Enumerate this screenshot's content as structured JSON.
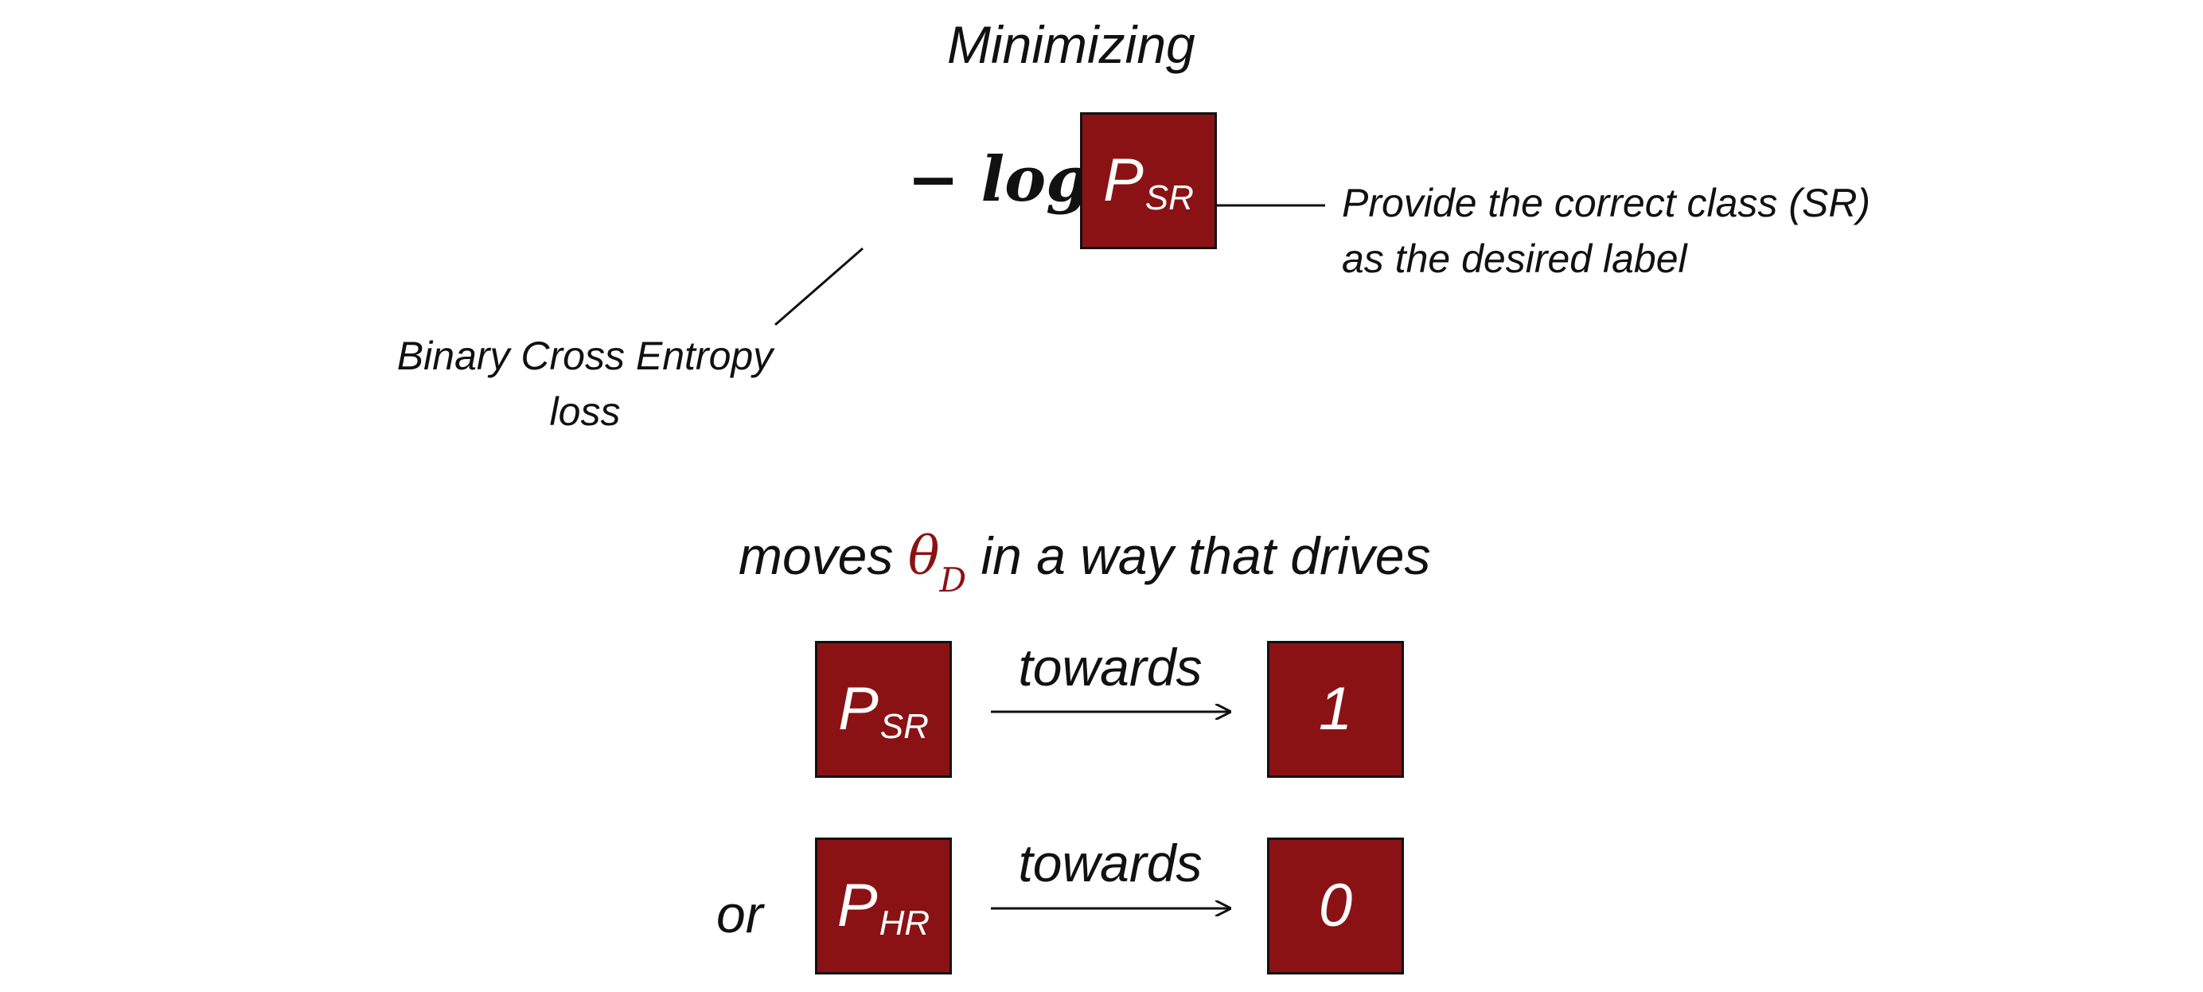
{
  "header": {
    "title": "Minimizing"
  },
  "loss": {
    "operator": "− log",
    "box": {
      "main": "P",
      "sub": "SR"
    },
    "left_annotation": [
      "Binary Cross Entropy",
      "loss"
    ],
    "right_annotation": [
      "Provide the correct class (SR)",
      "as the desired label"
    ]
  },
  "effect": {
    "prefix": "moves",
    "symbol": "θ",
    "symbol_sub": "D",
    "suffix": "in a way that drives"
  },
  "rows": [
    {
      "conj": "",
      "from_main": "P",
      "from_sub": "SR",
      "arrow_label": "towards",
      "to": "1"
    },
    {
      "conj": "or",
      "from_main": "P",
      "from_sub": "HR",
      "arrow_label": "towards",
      "to": "0"
    }
  ],
  "colors": {
    "box_fill": "#8b1214",
    "accent": "#8b1214",
    "line": "#111111"
  }
}
